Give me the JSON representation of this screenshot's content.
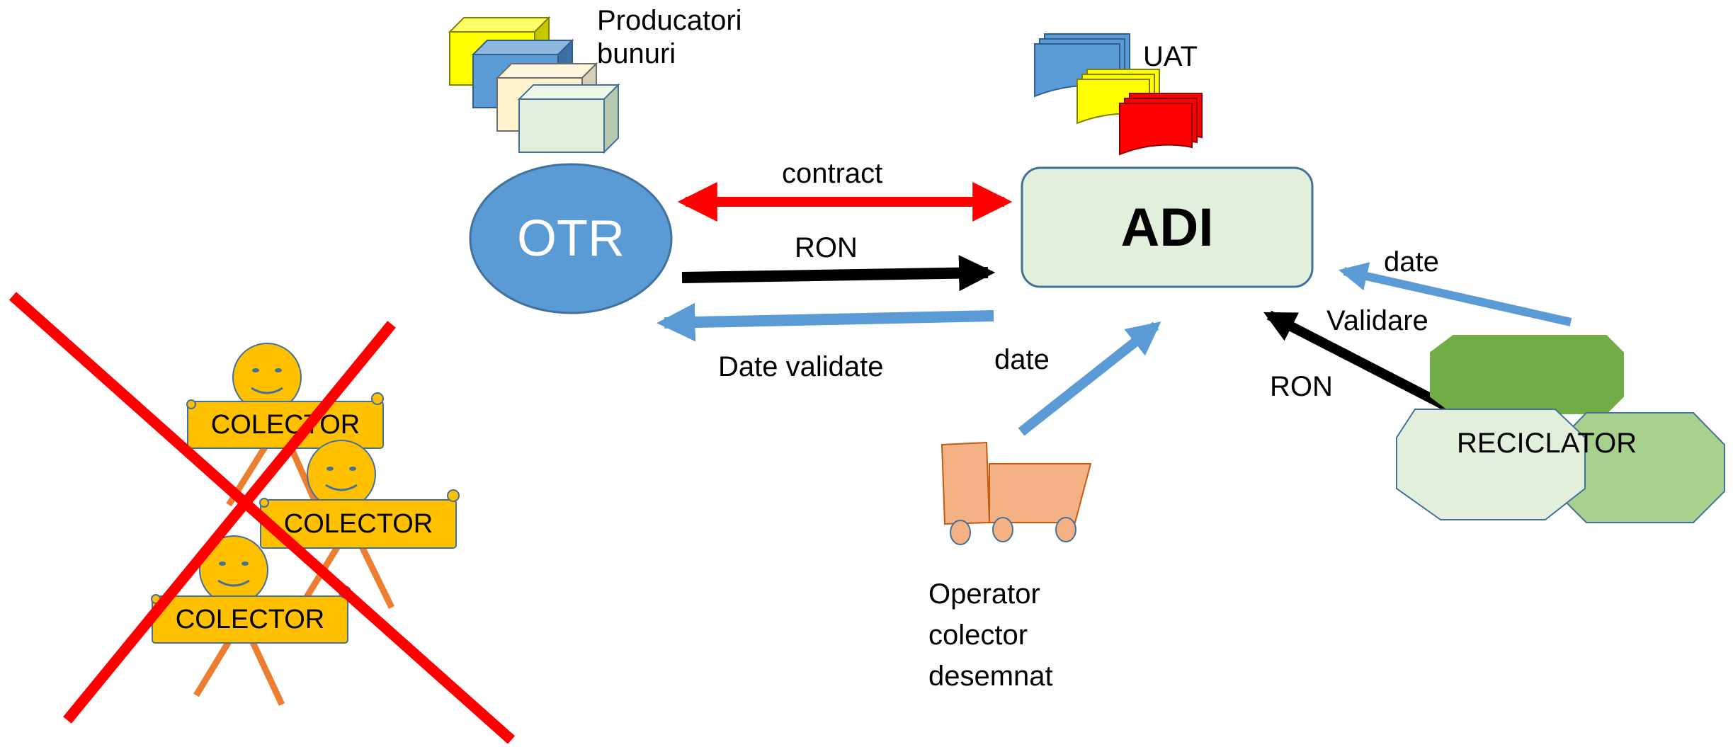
{
  "nodes": {
    "otr": {
      "label": "OTR"
    },
    "adi": {
      "label": "ADI"
    },
    "producers": {
      "label_line1": "Producatori",
      "label_line2": "bunuri"
    },
    "uat": {
      "label": "UAT"
    },
    "operator": {
      "label_line1": "Operator",
      "label_line2": "colector",
      "label_line3": "desemnat"
    },
    "recycler": {
      "label": "RECICLATOR"
    },
    "collectors": [
      {
        "label": "COLECTOR"
      },
      {
        "label": "COLECTOR"
      },
      {
        "label": "COLECTOR"
      }
    ]
  },
  "edges": {
    "contract": {
      "label": "contract",
      "color": "#ff0000"
    },
    "ron_otr_adi": {
      "label": "RON",
      "color": "#000000"
    },
    "date_validate": {
      "label": "Date validate",
      "color": "#5b9bd5"
    },
    "date_operator": {
      "label": "date",
      "color": "#5b9bd5"
    },
    "date_recycler": {
      "label": "date",
      "color": "#5b9bd5"
    },
    "validare": {
      "label": "Validare",
      "color": "#000000"
    },
    "ron_recycler": {
      "label": "RON",
      "color": "#000000"
    }
  },
  "colors": {
    "otr_fill": "#5b9bd5",
    "adi_fill": "#e2efda",
    "collector_fill": "#ffc000",
    "cross": "#ff0000",
    "truck": "#f4b183",
    "recycler_dark": "#70ad47",
    "recycler_mid": "#a9d18e",
    "recycler_light": "#e2efda"
  }
}
